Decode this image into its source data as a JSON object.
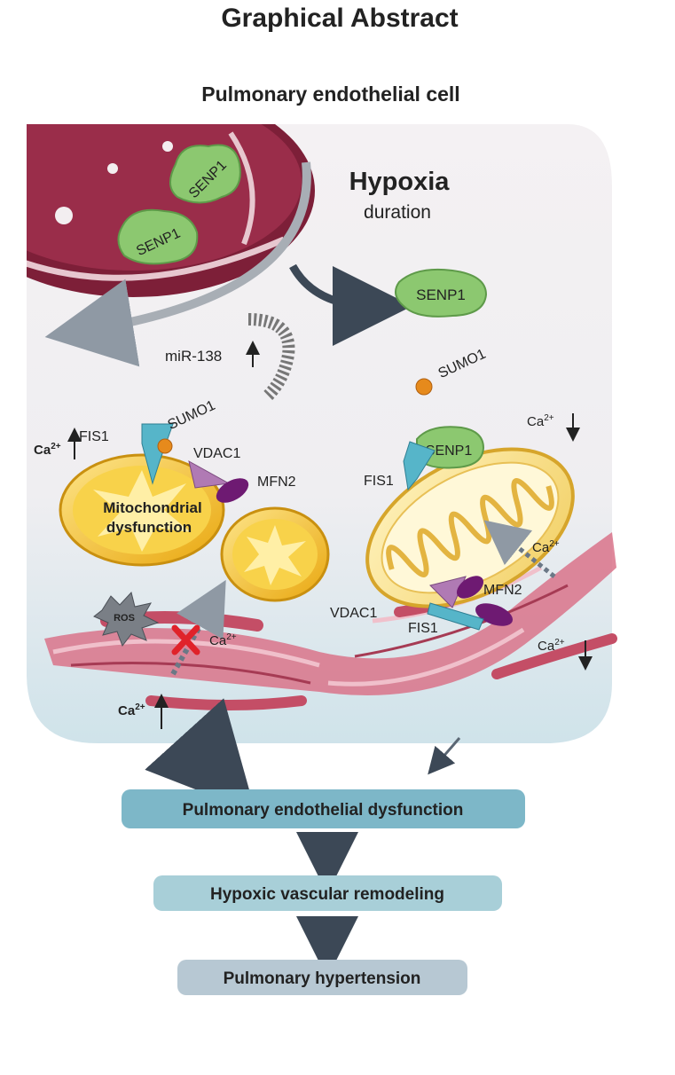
{
  "title": "Graphical Abstract",
  "subtitle": "Pulmonary endothelial cell",
  "hypoxia": {
    "title": "Hypoxia",
    "sub": "duration"
  },
  "labels": {
    "senp1": "SENP1",
    "sumo1": "SUMO1",
    "mir138": "miR-138",
    "fis1": "FIS1",
    "vdac1": "VDAC1",
    "mfn2": "MFN2",
    "ros": "ROS",
    "ca": "Ca",
    "ca_sup": "2+",
    "mito_dysfunction_1": "Mitochondrial",
    "mito_dysfunction_2": "dysfunction"
  },
  "flow": [
    "Pulmonary endothelial dysfunction",
    "Hypoxic vascular remodeling",
    "Pulmonary hypertension"
  ],
  "colors": {
    "nucleus": "#7d1f38",
    "senp1": "#8cc870",
    "mito": "#f5c21b",
    "er": "#c44e66",
    "fis1": "#56b5c9",
    "mfn2": "#6e1a72",
    "vdac1": "#b07ab4",
    "flow_box_1": "#7db7c8",
    "flow_box_2": "#a8cfd8",
    "flow_box_3": "#b7c8d3"
  }
}
